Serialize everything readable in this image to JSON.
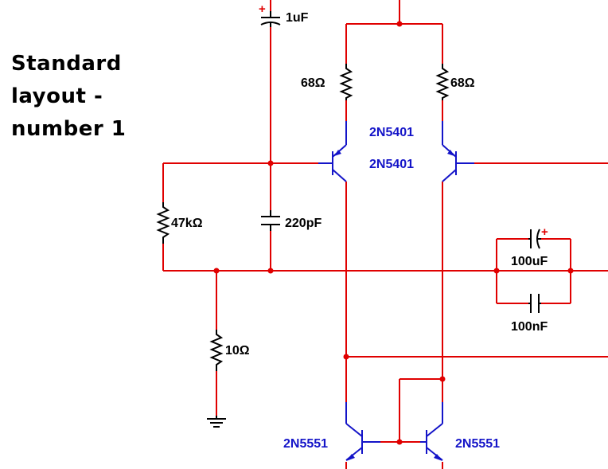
{
  "title": [
    "Standard",
    "layout -",
    "number 1"
  ],
  "components": {
    "c_input": "1uF",
    "r_left_collector": "68Ω",
    "r_right_collector": "68Ω",
    "q_top_upper": "2N5401",
    "q_top_lower": "2N5401",
    "r_bias": "47kΩ",
    "c_220p": "220pF",
    "c_100u": "100uF",
    "c_100n": "100nF",
    "r_10": "10Ω",
    "q_bottom_left": "2N5551",
    "q_bottom_right": "2N5551"
  },
  "polarity_mark": "+",
  "colors": {
    "wire": "#e00000",
    "component": "#000000",
    "transistor": "#1414c8"
  }
}
